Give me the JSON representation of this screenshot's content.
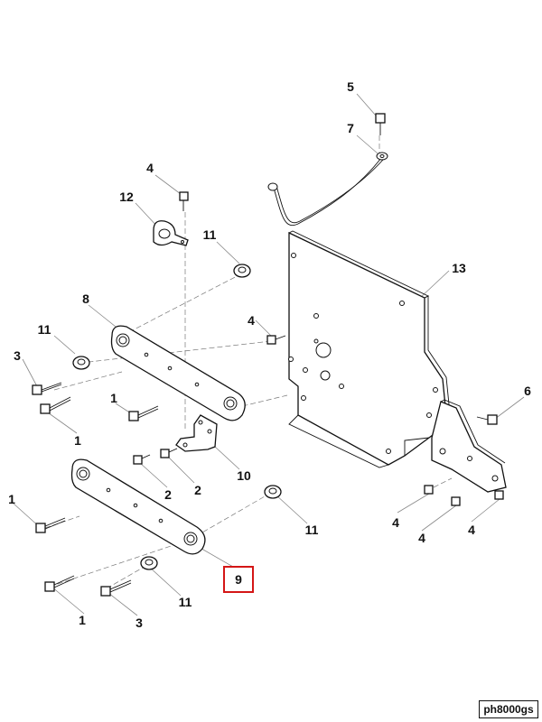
{
  "callouts": [
    {
      "id": "c5",
      "text": "5"
    },
    {
      "id": "c7",
      "text": "7"
    },
    {
      "id": "c4a",
      "text": "4"
    },
    {
      "id": "c12",
      "text": "12"
    },
    {
      "id": "c11a",
      "text": "11"
    },
    {
      "id": "c13",
      "text": "13"
    },
    {
      "id": "c8",
      "text": "8"
    },
    {
      "id": "c4b",
      "text": "4"
    },
    {
      "id": "c11b",
      "text": "11"
    },
    {
      "id": "c3a",
      "text": "3"
    },
    {
      "id": "c1a",
      "text": "1"
    },
    {
      "id": "c1b",
      "text": "1"
    },
    {
      "id": "c6",
      "text": "6"
    },
    {
      "id": "c10",
      "text": "10"
    },
    {
      "id": "c2a",
      "text": "2"
    },
    {
      "id": "c2b",
      "text": "2"
    },
    {
      "id": "c1c",
      "text": "1"
    },
    {
      "id": "c11c",
      "text": "11"
    },
    {
      "id": "c4c",
      "text": "4"
    },
    {
      "id": "c4d",
      "text": "4"
    },
    {
      "id": "c4e",
      "text": "4"
    },
    {
      "id": "c11d",
      "text": "11"
    },
    {
      "id": "c1d",
      "text": "1"
    },
    {
      "id": "c3b",
      "text": "3"
    }
  ],
  "highlighted_callout": "9",
  "document_code": "ph8000gs"
}
